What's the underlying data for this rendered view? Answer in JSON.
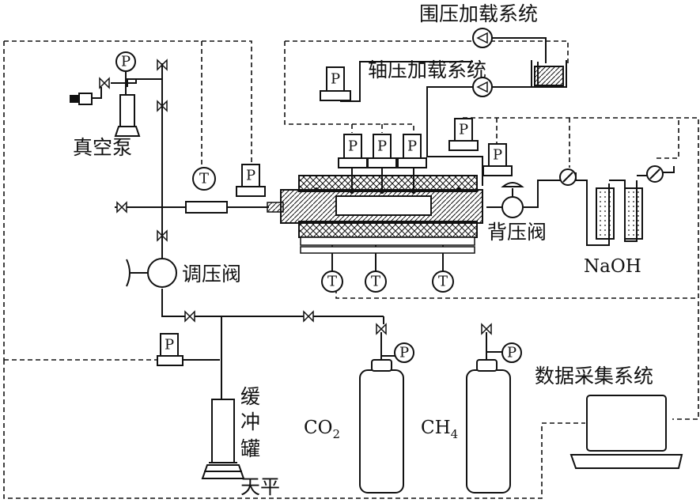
{
  "labels": {
    "confining_system": "围压加载系统",
    "axial_system": "轴压加载系统",
    "vacuum_pump": "真空泵",
    "pressure_regulator": "调压阀",
    "back_pressure_valve": "背压阀",
    "naoh": "NaOH",
    "daq_system": "数据采集系统",
    "buffer_tank": [
      "缓",
      "冲",
      "罐"
    ],
    "balance": "天平",
    "co2": "CO",
    "co2_sub": "2",
    "ch4": "CH",
    "ch4_sub": "4"
  },
  "symbols": {
    "pressure": "P",
    "temperature": "T"
  },
  "colors": {
    "line": "#111111",
    "background": "#ffffff"
  }
}
